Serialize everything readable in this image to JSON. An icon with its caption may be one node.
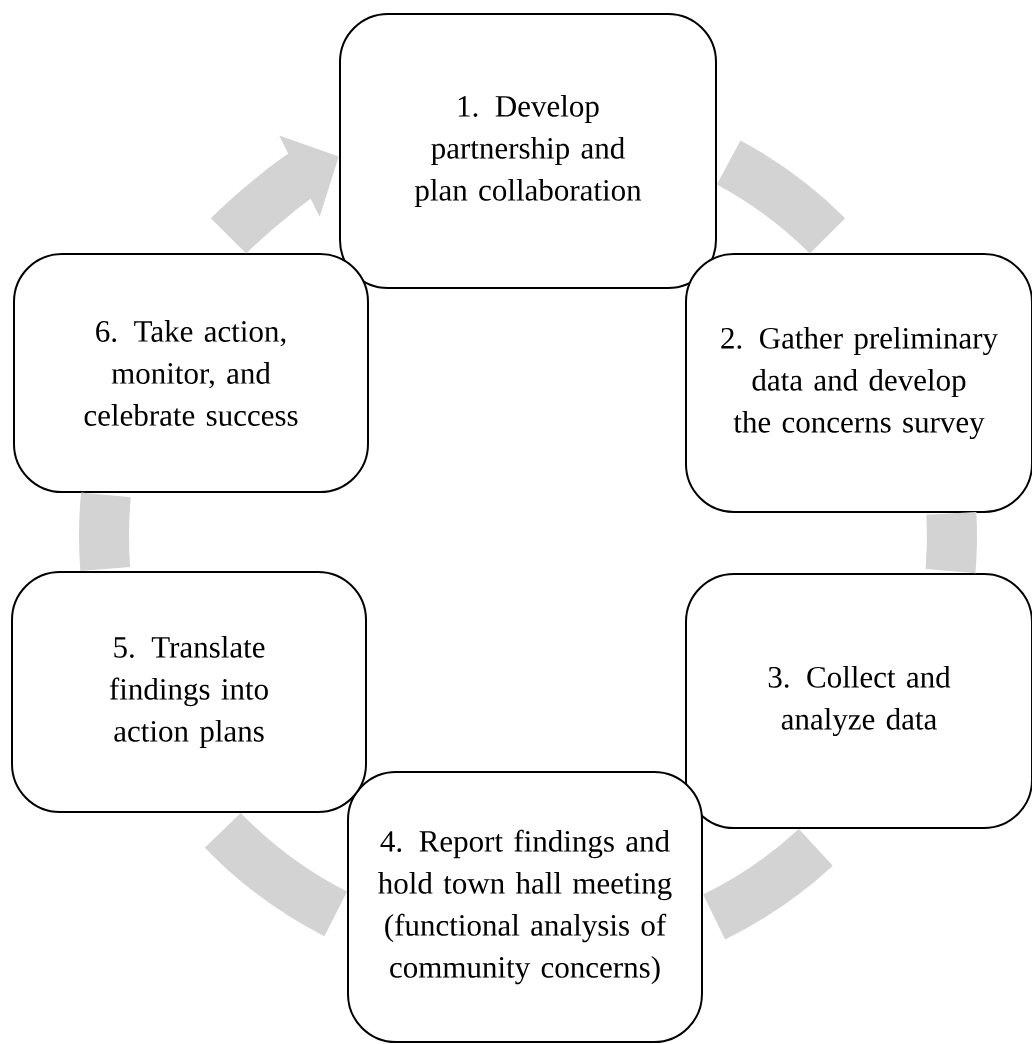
{
  "diagram": {
    "nodes": [
      {
        "text": [
          "1. Develop partnership and plan collaboration"
        ]
      },
      {
        "text": [
          "2. Gather preliminary data and develop the concerns survey"
        ]
      },
      {
        "text": [
          "3. Collect and analyze data"
        ]
      },
      {
        "text": [
          "4. Report findings and hold town hall meeting (functional analysis of community concerns)"
        ]
      },
      {
        "text": [
          "5. Translate findings into action plans"
        ]
      },
      {
        "text": [
          "6. Take action, monitor, and celebrate success"
        ]
      }
    ],
    "edges": [
      {
        "from": 0,
        "to": 1,
        "arrow": "none"
      },
      {
        "from": 1,
        "to": 2,
        "arrow": "none"
      },
      {
        "from": 2,
        "to": 3,
        "arrow": "none"
      },
      {
        "from": 3,
        "to": 4,
        "arrow": "none"
      },
      {
        "from": 4,
        "to": 5,
        "arrow": "none"
      },
      {
        "from": 5,
        "to": 0,
        "arrow": "to"
      }
    ]
  }
}
